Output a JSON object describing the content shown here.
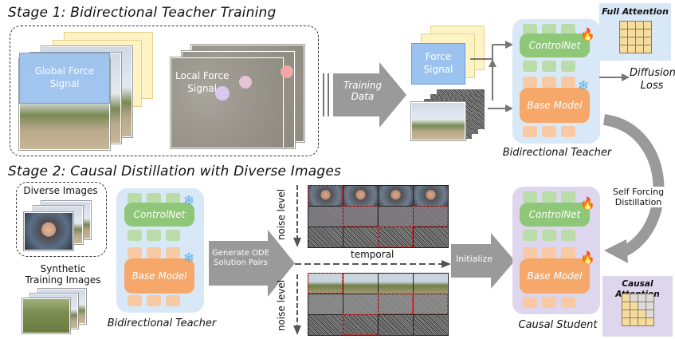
{
  "stage1": {
    "title": "Stage 1: Bidirectional Teacher Training",
    "global_force_signal": "Global Force\nSignal",
    "local_force_signal": "Local Force\nSignal",
    "training_data": "Training\nData",
    "force_signal": "Force\nSignal",
    "controlnet": "ControlNet",
    "base_model": "Base Model",
    "diffusion_loss": "Diffusion\nLoss",
    "bidirectional_teacher": "Bidirectional Teacher",
    "full_attention": "Full Attention"
  },
  "stage2": {
    "title": "Stage 2: Causal Distillation with Diverse Images",
    "diverse_images": "Diverse Images",
    "synthetic_training_images": "Synthetic\nTraining Images",
    "controlnet": "ControlNet",
    "base_model": "Base Model",
    "bidirectional_teacher": "Bidirectional Teacher",
    "generate_ode": "Generate ODE\nSolution Pairs",
    "noise_level_top": "noise level",
    "noise_level_bottom": "noise level",
    "temporal": "temporal",
    "initialize": "Initialize",
    "self_forcing": "Self Forcing\nDistillation",
    "student_controlnet": "ControlNet",
    "student_base_model": "Base Model",
    "causal_student": "Causal Student",
    "causal_attention": "Causal Attention"
  },
  "colors": {
    "teacher_panel": "#d9e8f6",
    "student_panel": "#ddd6ec",
    "controlnet": "#8fc779",
    "base_model": "#f5a86a",
    "arrow_gray": "#9a9a9a"
  },
  "icons": [
    "snowflake-icon",
    "fire-icon"
  ]
}
